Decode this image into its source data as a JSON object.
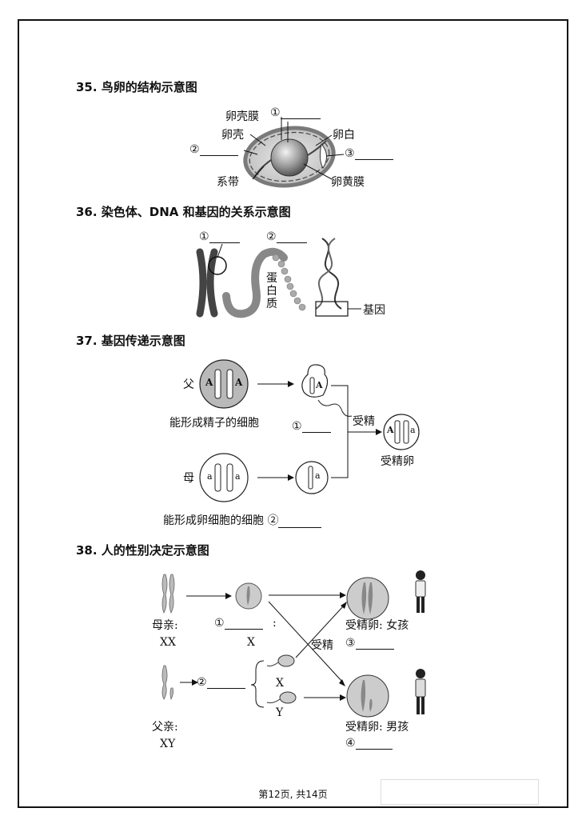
{
  "q35": {
    "number": "35",
    "title": ". 鸟卵的结构示意图",
    "labels": {
      "shell_membrane": "卵壳膜",
      "blank1": "①",
      "shell": "卵壳",
      "albumen": "卵白",
      "blank2": "②",
      "blank3": "③",
      "chalaza": "系带",
      "yolk_membrane": "卵黄膜"
    }
  },
  "q36": {
    "number": "36",
    "title": ". 染色体、DNA 和基因的关系示意图",
    "labels": {
      "blank1": "①",
      "blank2": "②",
      "protein": [
        "蛋",
        "白",
        "质"
      ],
      "gene": "基因"
    }
  },
  "q37": {
    "number": "37",
    "title": ". 基因传递示意图",
    "labels": {
      "father": "父",
      "mother": "母",
      "sperm_cell": "能形成精子的细胞",
      "blank1": "①",
      "egg_cell": "能形成卵细胞的细胞",
      "blank2": "②",
      "fertilization": "受精",
      "zygote": "受精卵",
      "gene_A": "A",
      "gene_a": "a"
    }
  },
  "q38": {
    "number": "38",
    "title": ". 人的性别决定示意图",
    "labels": {
      "mother": "母亲:",
      "mother_geno": "XX",
      "blank1": "①",
      "colon": ":",
      "egg_x": "X",
      "father": "父亲:",
      "father_geno": "XY",
      "blank2": "②",
      "sperm_x": "X",
      "sperm_y": "Y",
      "fertilization": "受精",
      "blank3": "③",
      "zygote_girl": "受精卵: 女孩",
      "zygote_boy": "受精卵: 男孩",
      "blank4": "④"
    }
  },
  "footer": "第12页, 共14页"
}
